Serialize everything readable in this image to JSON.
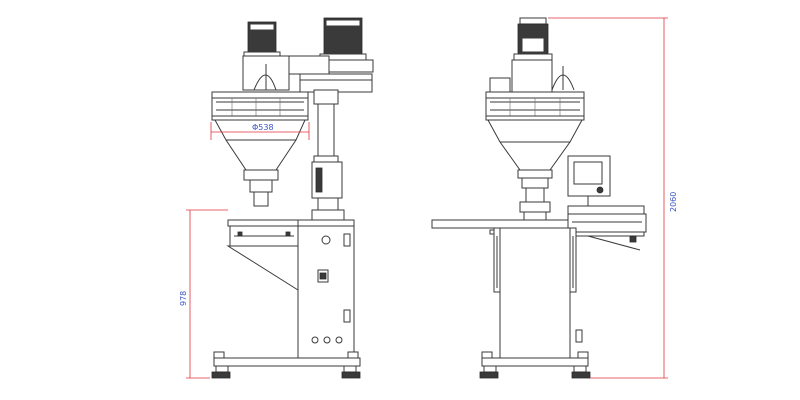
{
  "dimensions": {
    "hopper_diameter": "Φ538",
    "table_height": "978",
    "total_height": "2060"
  },
  "colors": {
    "line": "#3a3a3a",
    "dimension_line": "#e0323c",
    "dimension_text": "#3b56c4",
    "background": "#ffffff"
  }
}
